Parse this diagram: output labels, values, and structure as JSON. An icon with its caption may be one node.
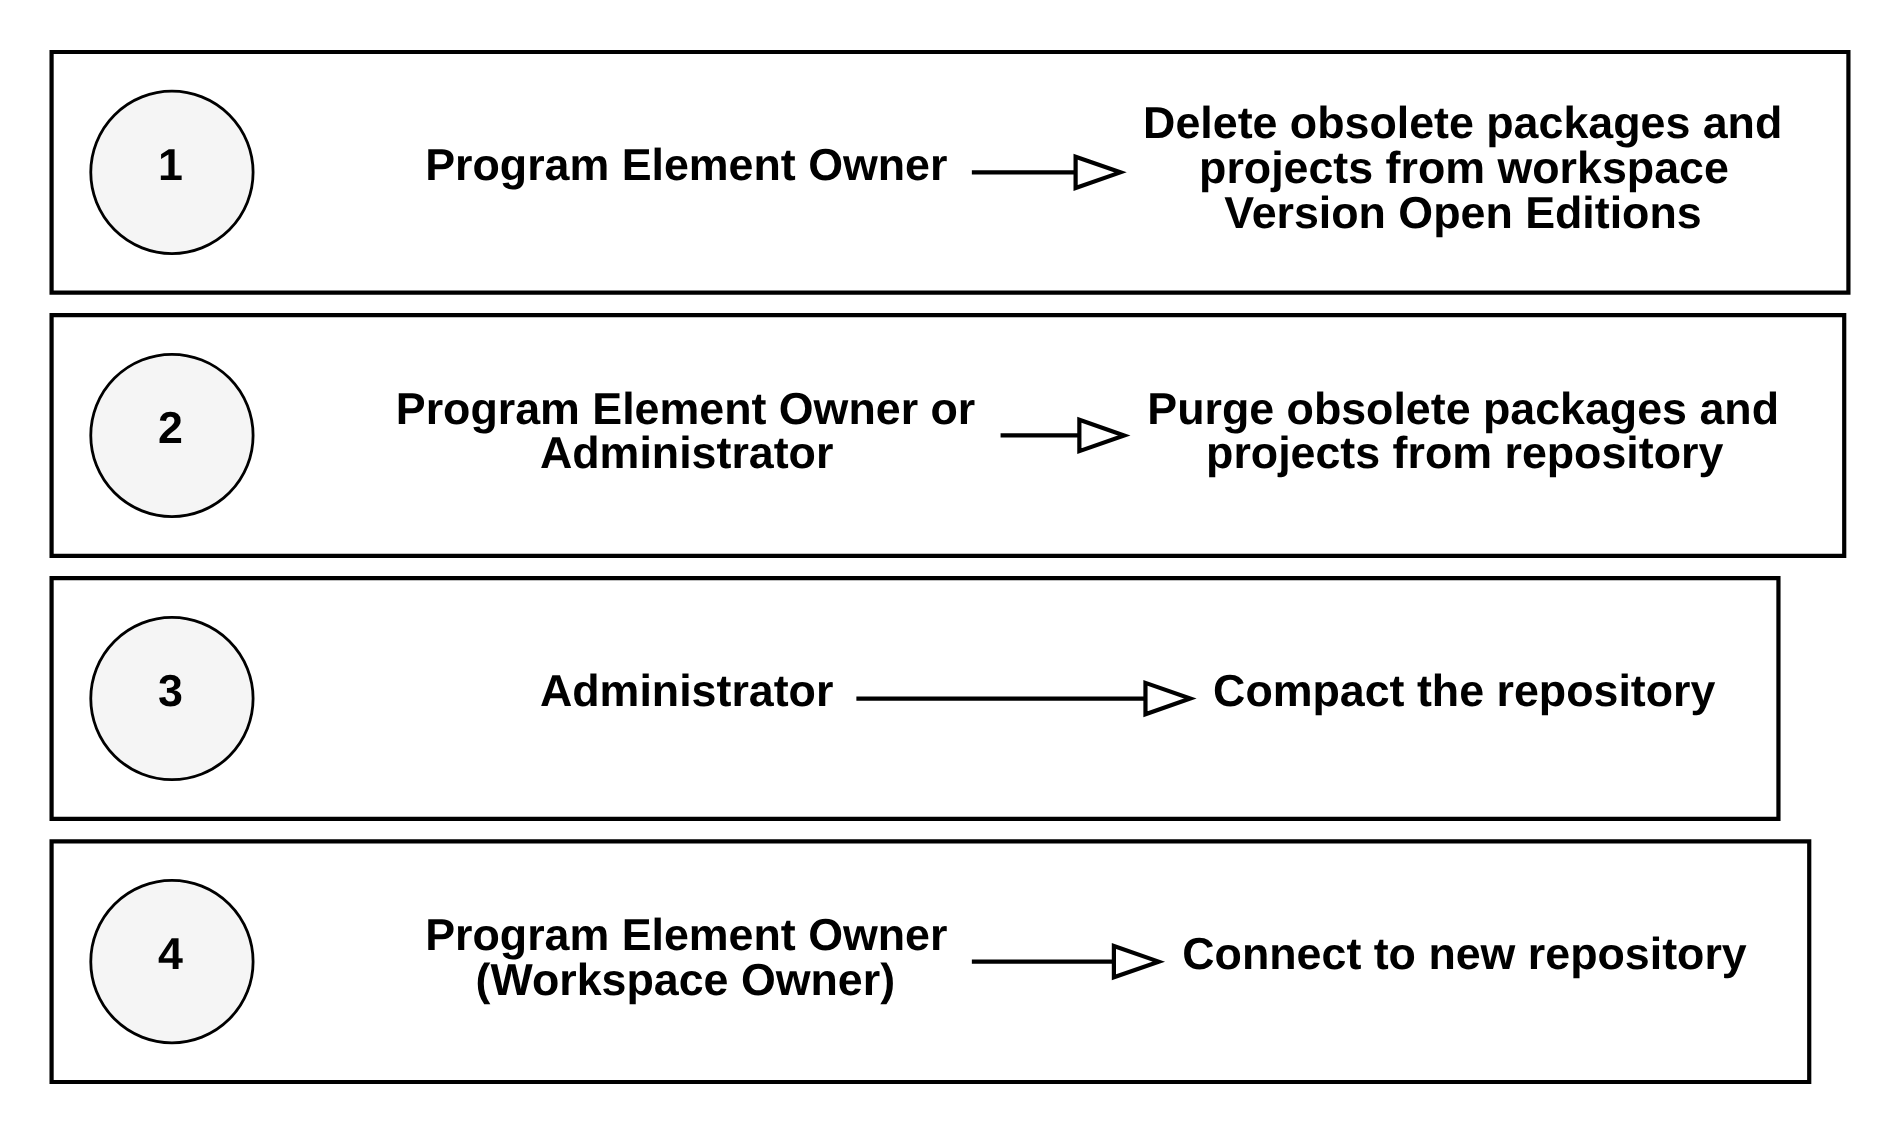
{
  "diagram": {
    "nodes": [
      {
        "text": [],
        "shape": "box"
      },
      {
        "text": [
          "1"
        ],
        "in": 0
      },
      {
        "text": [
          "Program Element Owner"
        ],
        "in": 0
      },
      {
        "text": [
          "Delete obsolete packages and projects from workspace",
          "Version Open Editions"
        ],
        "in": 0
      },
      {
        "text": [],
        "shape": "box"
      },
      {
        "text": [
          "2"
        ],
        "in": 4
      },
      {
        "text": [
          "Program Element Owner or Administrator"
        ],
        "in": 4
      },
      {
        "text": [
          "Purge obsolete packages and projects from repository"
        ],
        "in": 4
      },
      {
        "text": [],
        "shape": "box"
      },
      {
        "text": [
          "3"
        ],
        "in": 8
      },
      {
        "text": [
          "Administrator"
        ],
        "in": 8
      },
      {
        "text": [
          "Compact the repository"
        ],
        "in": 8
      },
      {
        "text": [],
        "shape": "box"
      },
      {
        "text": [
          "4"
        ],
        "in": 12
      },
      {
        "text": [
          "Program Element Owner (Workspace Owner)"
        ],
        "in": 12
      },
      {
        "text": [
          "Connect to new repository"
        ],
        "in": 12
      }
    ],
    "edges": [
      {
        "from": 2,
        "to": 3,
        "arrow": "to"
      },
      {
        "from": 6,
        "to": 7,
        "arrow": "to"
      },
      {
        "from": 10,
        "to": 11,
        "arrow": "to"
      },
      {
        "from": 14,
        "to": 15,
        "arrow": "to"
      }
    ]
  }
}
